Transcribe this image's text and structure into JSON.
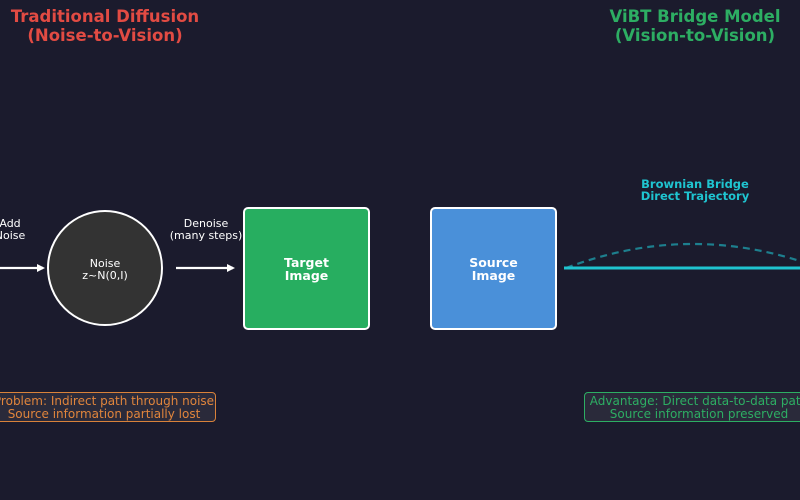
{
  "left": {
    "title_line1": "Traditional Diffusion",
    "title_line2": "(Noise-to-Vision)",
    "add_noise_line1": "Add",
    "add_noise_line2": "Noise",
    "noise_line1": "Noise",
    "noise_line2": "z~N(0,I)",
    "denoise_line1": "Denoise",
    "denoise_line2": "(many steps)",
    "target_line1": "Target",
    "target_line2": "Image",
    "problem_line1": "Problem: Indirect path through noise",
    "problem_line2": "Source information partially lost"
  },
  "right": {
    "title_line1": "ViBT Bridge Model",
    "title_line2": "(Vision-to-Vision)",
    "source_line1": "Source",
    "source_line2": "Image",
    "bridge_line1": "Brownian Bridge",
    "bridge_line2": "Direct Trajectory",
    "advantage_line1": "Advantage: Direct data-to-data path",
    "advantage_line2": "Source information preserved"
  },
  "colors": {
    "background": "#1b1b2d",
    "left_title": "#e24b43",
    "right_title": "#2dae63",
    "target_box": "#27ae60",
    "source_box": "#4a90d9",
    "noise_circle": "#333333",
    "bridge_line": "#1fc4d0",
    "problem_accent": "#e0853c",
    "advantage_accent": "#2dae63"
  }
}
